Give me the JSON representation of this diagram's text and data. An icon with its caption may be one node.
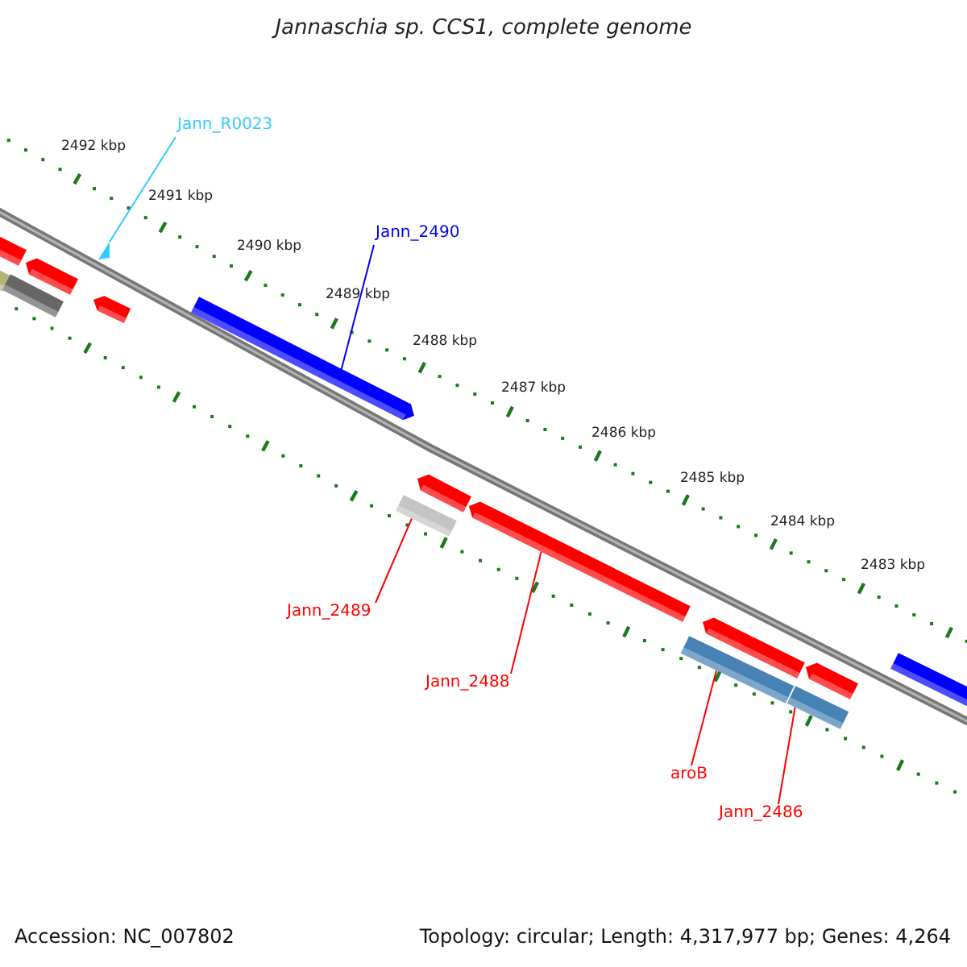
{
  "diagram": {
    "title": "Jannaschia sp. CCS1, complete genome",
    "nodes": [
      {
        "text": [
          "Jann_R0023"
        ]
      },
      {
        "text": [
          "Jann_2490"
        ]
      },
      {
        "text": [
          "Jann_2489"
        ]
      },
      {
        "text": [
          "Jann_2488"
        ]
      },
      {
        "text": [
          "aroB"
        ]
      },
      {
        "text": [
          "Jann_2486"
        ]
      },
      {
        "text": [],
        "shape": "bar"
      },
      {
        "text": [],
        "shape": "bar"
      },
      {
        "text": [],
        "shape": "bar"
      },
      {
        "text": [],
        "shape": "bar"
      },
      {
        "text": [],
        "shape": "triangle"
      },
      {
        "text": [],
        "shape": "bar"
      },
      {
        "text": [],
        "shape": "bar"
      },
      {
        "text": [],
        "shape": "bar"
      },
      {
        "text": [],
        "shape": "bar"
      },
      {
        "text": [],
        "shape": "bar"
      },
      {
        "text": [],
        "shape": "bar"
      },
      {
        "text": [],
        "shape": "bar"
      },
      {
        "text": [],
        "shape": "bar"
      },
      {
        "text": [],
        "shape": "bar"
      },
      {
        "text": [],
        "shape": "bar"
      }
    ],
    "edges": [
      {
        "from": 0,
        "to": 10,
        "arrow": "none",
        "color": "#33ccff"
      },
      {
        "from": 1,
        "to": 12,
        "arrow": "none",
        "color": "#0000ff"
      },
      {
        "from": 2,
        "to": 13,
        "arrow": "none"
      },
      {
        "from": 3,
        "to": 15,
        "arrow": "none"
      },
      {
        "from": 4,
        "to": 16,
        "arrow": "none"
      },
      {
        "from": 5,
        "to": 18,
        "arrow": "none"
      }
    ],
    "labels": [
      "2492 kbp",
      "2491 kbp",
      "2490 kbp",
      "2489 kbp",
      "2488 kbp",
      "2487 kbp",
      "2486 kbp",
      "2485 kbp",
      "2484 kbp",
      "2483 kbp",
      "Accession: NC_007802",
      "Topology: circular; Length: 4,317,977 bp; Genes: 4,264"
    ]
  }
}
